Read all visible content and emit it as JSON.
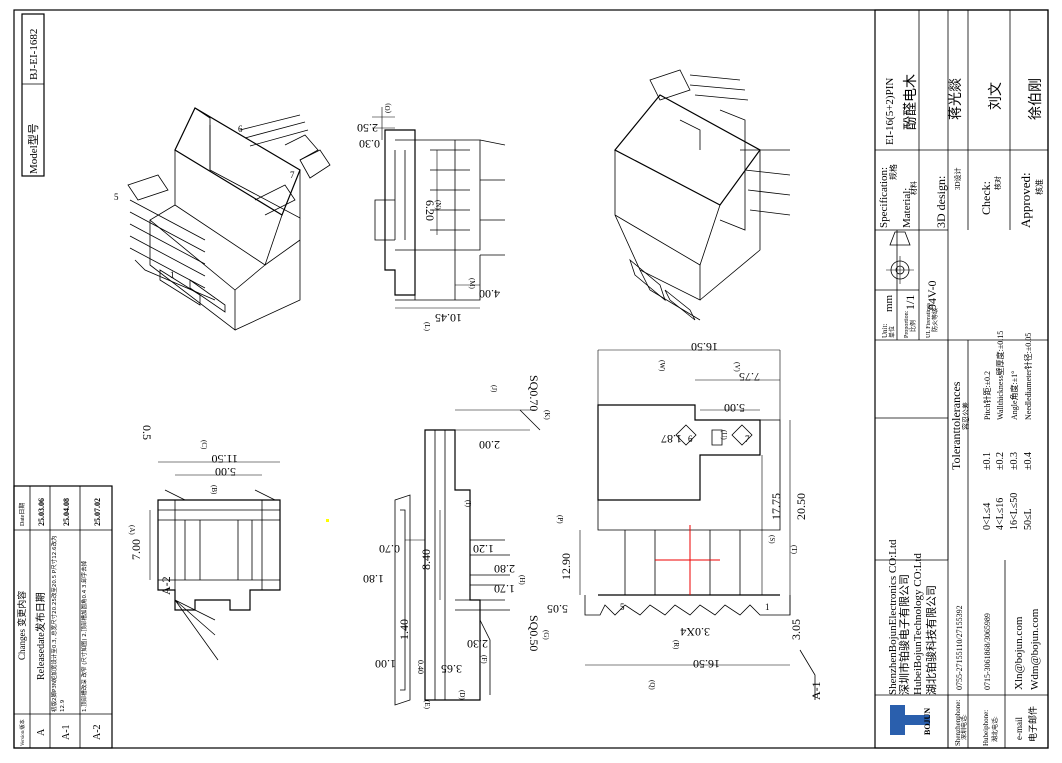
{
  "model_label": "Model型号",
  "model_value": "BJ-EI-1682",
  "changes": {
    "col_version": "Version/版本",
    "col_content": "Changes 变更内容",
    "col_date": "Date日期",
    "rows": [
      {
        "ver": "A",
        "content": "Releasedate发布日期",
        "date": "25.03.06"
      },
      {
        "ver": "A-1",
        "content": "初版2脚P3N矩加宽设计至0.3, 总宽尺寸20.25改至20.5 P尺寸12.6改为12.9",
        "date": "25.04.08"
      },
      {
        "ver": "A-2",
        "content": "1.顶部槽改深 改窄 (尺寸如图) 2.顶部槽加圆角0.4 3.卸字去掉",
        "date": "25.07.02"
      }
    ]
  },
  "dims": {
    "d_250": "2.50",
    "d_030": "0.30",
    "d_620": "6.20",
    "d_400": "4.00",
    "d_1045": "10.45",
    "d_1150": "11.50",
    "d_500": "5.00",
    "d_700": "7.00",
    "d_05": "0.5",
    "d_200": "2.00",
    "d_sq070": "SQ0.70",
    "d_070": "0.70",
    "d_120": "1.20",
    "d_840": "8.40",
    "d_180": "1.80",
    "d_280": "2.80",
    "d_170": "1.70",
    "d_140": "1.40",
    "d_100": "1.00",
    "d_040": "0.40",
    "d_365": "3.65",
    "d_230": "2.30",
    "d_sq050": "SQ0.50",
    "d_1650top": "16.50",
    "d_775": "7.75",
    "d_500b": "5.00",
    "d_187": "1.87",
    "d_1290": "12.90",
    "d_505": "5.05",
    "d_1775": "17.75",
    "d_2050": "20.50",
    "d_30x4": "3.0X4",
    "d_1650bot": "16.50",
    "d_305": "3.05",
    "lbl_A2": "A-2",
    "lbl_A1": "A-1",
    "letters": {
      "O": "(O)",
      "N": "(N)",
      "M": "(M)",
      "L": "(L)",
      "C": "(C)",
      "B": "(B)",
      "A": "(A)",
      "J": "(J)",
      "K": "(K)",
      "I": "(I)",
      "H": "(H)",
      "G": "(G)",
      "F": "(F)",
      "D": "(D)",
      "E": "(E)",
      "W": "(W)",
      "V": "(V)",
      "U": "(U)",
      "P": "(P)",
      "S": "(S)",
      "T": "(T)",
      "R": "(R)",
      "Q": "(Q)"
    },
    "pin5": "5",
    "pin1": "1",
    "pin6": "6",
    "pin7": "7"
  },
  "company": {
    "en1": "ShenzhenBojunElectronics CO:Ltd",
    "cn1": "深圳市铂骏电子有限公司",
    "en2": "HubeiBojunTechnology CO:Ltd",
    "cn2": "湖北铂骏科技有限公司",
    "logo_text": "BOJUN",
    "sz_label": "Shenzhenphone:",
    "sz_label_cn": "深圳电话:",
    "sz_phone": "0755-27155110/27155392",
    "hb_label": "Hubeiphone:",
    "hb_label_cn": "湖北电话:",
    "hb_phone": "0715-3061868/3065989",
    "mail_label": "e-mail",
    "mail_label_cn": "电子邮件",
    "mail1": "Xln@bojun.com",
    "mail2": "Wdm@bojun.com"
  },
  "tol": {
    "title": "Toleranttolerances",
    "title_cn": "容忍公差",
    "r1": "0<L≤4",
    "v1": "±0.1",
    "r2": "4<L≤16",
    "v2": "±0.2",
    "r3": "16<L≤50",
    "v3": "±0.3",
    "r4": "50≤L",
    "v4": "±0.4",
    "pitch": "Pitch针距:±0.2",
    "wall": "Wallthickness壁厚度:±0.15",
    "angle": "Angle角度:±1°",
    "needle": "Needlediameter针径:±0.05"
  },
  "info": {
    "unit_label": "Unit:",
    "unit_label_cn": "单位",
    "unit": "mm",
    "prop_label": "Proportion:",
    "prop_label_cn": "比例",
    "prop": "1/1",
    "fire_label": "UL Fireratings",
    "fire_label_cn": "防火等级",
    "fire": "94V-0"
  },
  "spec": {
    "spec_label": "Specification:",
    "spec_label_cn": "规格",
    "spec_value": "EI-16(5+2)PIN",
    "mat_label": "Material:",
    "mat_label_cn": "材料",
    "mat_value": "酚醛电木",
    "d3_label": "3D design:",
    "d3_label_cn": "3D设计",
    "d3_value": "蒋光燚",
    "check_label": "Check:",
    "check_label_cn": "核对",
    "check_value": "刘文",
    "appr_label": "Approved:",
    "appr_label_cn": "核准",
    "appr_value": "徐伯刚"
  }
}
